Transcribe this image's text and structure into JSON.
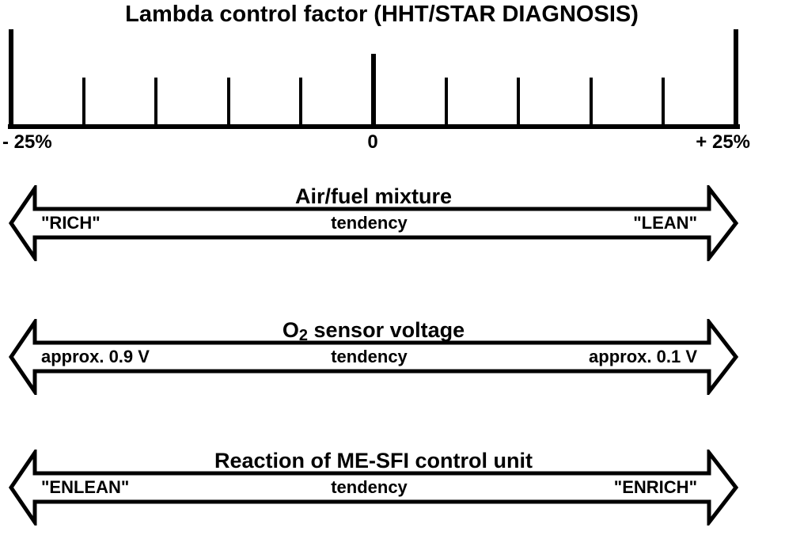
{
  "colors": {
    "ink": "#000000",
    "background": "#ffffff"
  },
  "scale": {
    "title": "Lambda control factor (HHT/STAR DIAGNOSIS)",
    "min_label": "- 25%",
    "mid_label": "0",
    "max_label": "+ 25%",
    "ticks": [
      {
        "percent": 0,
        "size": "end"
      },
      {
        "percent": 10,
        "size": "minor"
      },
      {
        "percent": 20,
        "size": "minor"
      },
      {
        "percent": 30,
        "size": "minor"
      },
      {
        "percent": 40,
        "size": "minor"
      },
      {
        "percent": 50,
        "size": "mid"
      },
      {
        "percent": 60,
        "size": "minor"
      },
      {
        "percent": 70,
        "size": "minor"
      },
      {
        "percent": 80,
        "size": "minor"
      },
      {
        "percent": 90,
        "size": "minor"
      },
      {
        "percent": 100,
        "size": "end"
      }
    ]
  },
  "arrows": [
    {
      "title": "Air/fuel mixture",
      "title_sub": "",
      "title_rest": "",
      "left_label": "\"RICH\"",
      "center_label": "tendency",
      "right_label": "\"LEAN\""
    },
    {
      "title": "O",
      "title_sub": "2",
      "title_rest": " sensor voltage",
      "left_label": "approx. 0.9 V",
      "center_label": "tendency",
      "right_label": "approx. 0.1 V"
    },
    {
      "title": "Reaction of ME-SFI control unit",
      "title_sub": "",
      "title_rest": "",
      "left_label": "\"ENLEAN\"",
      "center_label": "tendency",
      "right_label": "\"ENRICH\""
    }
  ]
}
